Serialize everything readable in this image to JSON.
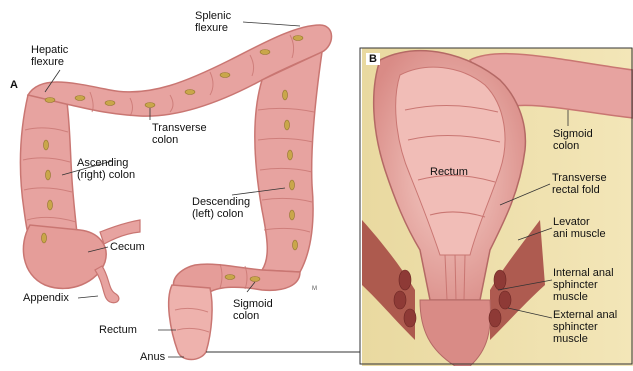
{
  "panels": {
    "a": {
      "letter": "A"
    },
    "b": {
      "letter": "B"
    }
  },
  "labels_a": {
    "splenic_flexure": "Splenic\nflexure",
    "hepatic_flexure": "Hepatic\nflexure",
    "transverse_colon": "Transverse\ncolon",
    "ascending_colon": "Ascending\n(right) colon",
    "descending_colon": "Descending\n(left) colon",
    "cecum": "Cecum",
    "appendix": "Appendix",
    "rectum": "Rectum",
    "sigmoid_colon": "Sigmoid\ncolon",
    "anus": "Anus"
  },
  "labels_b": {
    "rectum": "Rectum",
    "sigmoid_colon": "Sigmoid\ncolon",
    "transverse_rectal_fold": "Transverse\nrectal fold",
    "levator_ani": "Levator\nani muscle",
    "internal_sphincter": "Internal anal\nsphincter\nmuscle",
    "external_sphincter": "External anal\nsphincter\nmuscle"
  },
  "colors": {
    "colon": "#e7a3a0",
    "colon_dark": "#c97672",
    "colon_light": "#f4c8c2",
    "fat": "#c9a64a",
    "tissue": "#e9d79a",
    "muscle": "#a2433f"
  }
}
